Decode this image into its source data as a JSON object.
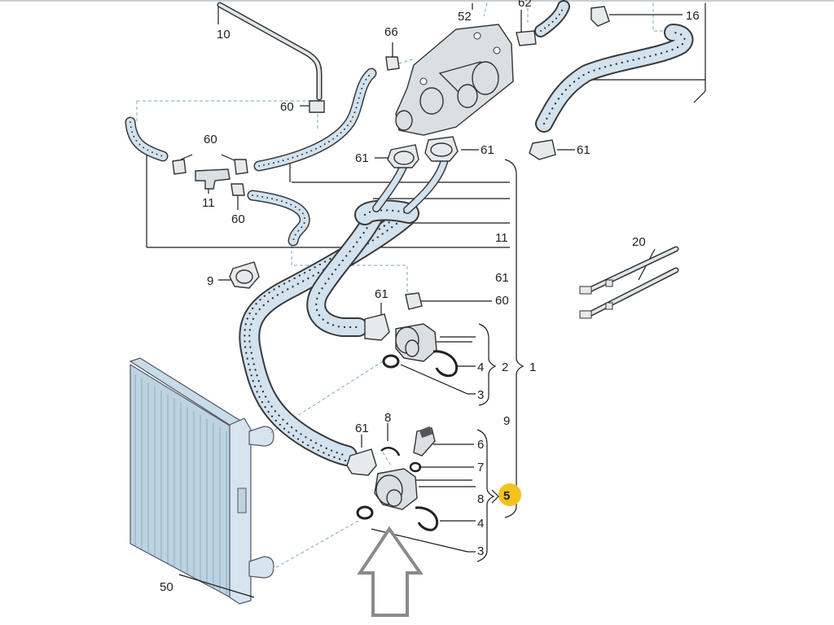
{
  "labels": {
    "l10": "10",
    "l52": "52",
    "l62": "62",
    "l16": "16",
    "l66": "66",
    "l60a": "60",
    "l60b": "60",
    "l60c": "60",
    "l60d": "60",
    "l61a": "61",
    "l61b": "61",
    "l61c": "61",
    "l61d": "61",
    "l61e": "61",
    "l61f": "61",
    "l11a": "11",
    "l11b": "11",
    "l20": "20",
    "l9a": "9",
    "l9b": "9",
    "l4a": "4",
    "l4b": "4",
    "l3a": "3",
    "l3b": "3",
    "l2": "2",
    "l1": "1",
    "l8a": "8",
    "l8b": "8",
    "l6": "6",
    "l7": "7",
    "l5": "5",
    "l50": "50"
  },
  "colors": {
    "highlight": "#f2c31b",
    "radiator": "#c7dbe8",
    "hose": "#d2e2ee"
  },
  "icons": {
    "arrow": "hollow-up-arrow-icon"
  }
}
